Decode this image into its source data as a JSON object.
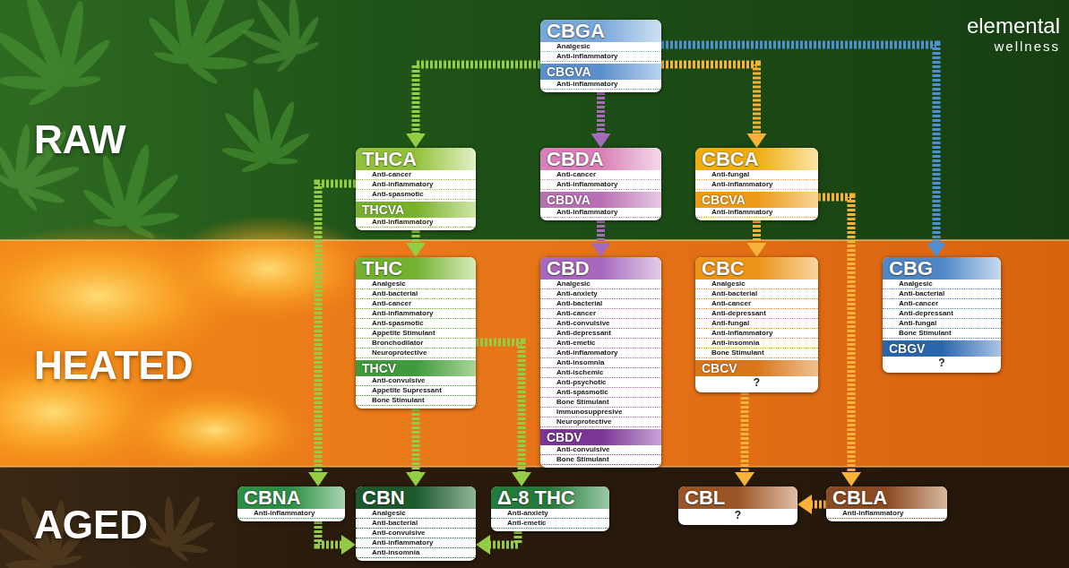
{
  "diagram": {
    "nodes": [
      {
        "text": [
          "CBGA",
          "Analgesic",
          "Anti-inflammatory"
        ]
      },
      {
        "text": [
          "CBGVA",
          "Anti-inflammatory"
        ],
        "in": 0
      },
      {
        "text": [
          "THCA",
          "Anti-cancer",
          "Anti-inflammatory",
          "Anti-spasmotic"
        ]
      },
      {
        "text": [
          "THCVA",
          "Anti-inflammatory"
        ],
        "in": 2
      },
      {
        "text": [
          "CBDA",
          "Anti-cancer",
          "Anti-inflammatory"
        ]
      },
      {
        "text": [
          "CBDVA",
          "Anti-inflammatory"
        ],
        "in": 4
      },
      {
        "text": [
          "CBCA",
          "Anti-fungal",
          "Anti-inflammatory"
        ]
      },
      {
        "text": [
          "CBCVA",
          "Anti-inflammatory"
        ],
        "in": 6
      },
      {
        "text": [
          "THC",
          "Analgesic",
          "Anti-bacterial",
          "Anti-cancer",
          "Anti-inflammatory",
          "Anti-spasmotic",
          "Appetite Stimulant",
          "Bronchodilator",
          "Neuroprotective"
        ]
      },
      {
        "text": [
          "THCV",
          "Anti-convulsive",
          "Appetite Supressant",
          "Bone Stimulant"
        ],
        "in": 8
      },
      {
        "text": [
          "CBD",
          "Analgesic",
          "Anti-anxiety",
          "Anti-bacterial",
          "Anti-cancer",
          "Anti-convulsive",
          "Anti-depressant",
          "Anti-emetic",
          "Anti-inflammatory",
          "Anti-insomnia",
          "Anti-ischemic",
          "Anti-psychotic",
          "Anti-spasmotic",
          "Bone Stimulant",
          "Immunosuppresive",
          "Neuroprotective"
        ]
      },
      {
        "text": [
          "CBDV",
          "Anti-convulsive",
          "Bone Stimulant"
        ],
        "in": 10
      },
      {
        "text": [
          "CBC",
          "Analgesic",
          "Anti-bacterial",
          "Anti-cancer",
          "Anti-depressant",
          "Anti-fungal",
          "Anti-inflammatory",
          "Anti-insomnia",
          "Bone Stimulant"
        ]
      },
      {
        "text": [
          "CBCV",
          "?"
        ],
        "in": 12
      },
      {
        "text": [
          "CBG",
          "Analgesic",
          "Anti-bacterial",
          "Anti-cancer",
          "Anti-depressant",
          "Anti-fungal",
          "Bone Stimulant"
        ]
      },
      {
        "text": [
          "CBGV",
          "?"
        ],
        "in": 14
      },
      {
        "text": [
          "CBNA",
          "Anti-inflammatory"
        ]
      },
      {
        "text": [
          "CBN",
          "Analgesic",
          "Anti-bacterial",
          "Anti-convulsive",
          "Anti-inflammatory",
          "Anti-insomnia"
        ]
      },
      {
        "text": [
          "Δ-8 THC",
          "Anti-anxiety",
          "Anti-emetic"
        ]
      },
      {
        "text": [
          "CBL",
          "?"
        ]
      },
      {
        "text": [
          "CBLA",
          "Anti-inflammatory"
        ]
      }
    ],
    "edges": [
      {
        "from": 0,
        "to": 2,
        "arrow": "to"
      },
      {
        "from": 0,
        "to": 4,
        "arrow": "to"
      },
      {
        "from": 0,
        "to": 6,
        "arrow": "to"
      },
      {
        "from": 0,
        "to": 14,
        "arrow": "to"
      },
      {
        "from": 2,
        "to": 8,
        "arrow": "to"
      },
      {
        "from": 2,
        "to": 16,
        "arrow": "to"
      },
      {
        "from": 4,
        "to": 10,
        "arrow": "to"
      },
      {
        "from": 6,
        "to": 12,
        "arrow": "to"
      },
      {
        "from": 6,
        "to": 20,
        "arrow": "to"
      },
      {
        "from": 8,
        "to": 17,
        "arrow": "to"
      },
      {
        "from": 8,
        "to": 18,
        "arrow": "to"
      },
      {
        "from": 16,
        "to": 17,
        "arrow": "to"
      },
      {
        "from": 18,
        "to": 17,
        "arrow": "to"
      },
      {
        "from": 12,
        "to": 19,
        "arrow": "to"
      },
      {
        "from": 20,
        "to": 19,
        "arrow": "to"
      }
    ],
    "labels": [
      "RAW",
      "HEATED",
      "AGED",
      "elemental",
      "wellness"
    ]
  }
}
